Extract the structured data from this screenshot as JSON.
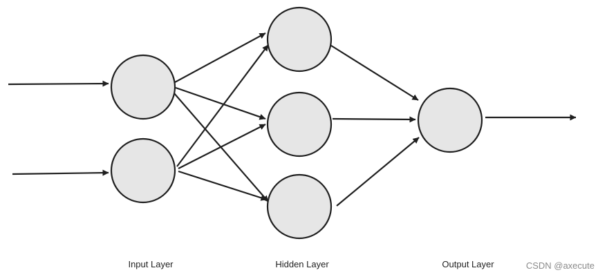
{
  "diagram": {
    "layers": [
      {
        "key": "input",
        "label": "Input Layer",
        "node_count": 2
      },
      {
        "key": "hidden",
        "label": "Hidden Layer",
        "node_count": 3
      },
      {
        "key": "output",
        "label": "Output Layer",
        "node_count": 1
      }
    ],
    "inbound_arrows": 2,
    "outbound_arrows": 1,
    "colors": {
      "node_fill": "#e6e6e6",
      "stroke": "#1f1f1f",
      "label": "#1f1f1f",
      "watermark": "#8a8a8a"
    }
  },
  "watermark": {
    "text": "CSDN @axecute"
  }
}
